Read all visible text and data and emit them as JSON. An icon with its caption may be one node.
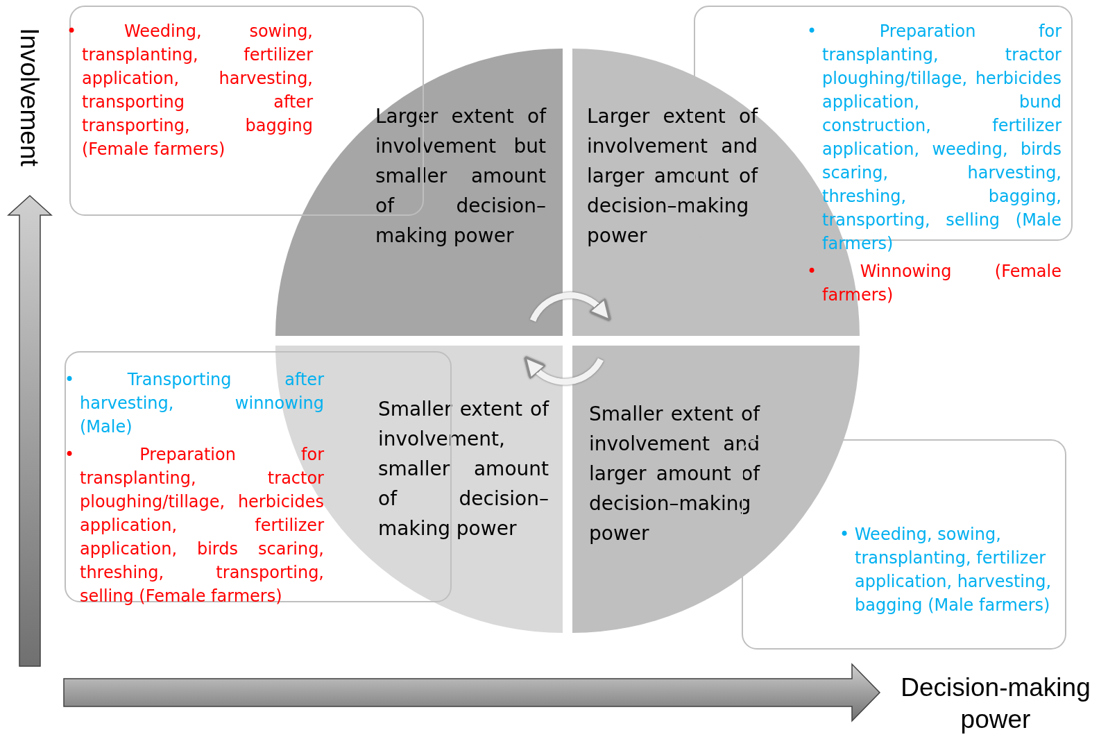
{
  "diagram": {
    "nodes": [
      {
        "text": [
          "Larger extent of involvement but smaller amount of decision–making power"
        ]
      },
      {
        "text": [
          "Larger extent of involvement and larger amount of decision–making power"
        ]
      },
      {
        "text": [
          "Smaller extent of involvement, smaller amount of decision–making power"
        ]
      },
      {
        "text": [
          "Smaller extent of involvement and larger amount of decision–making power"
        ]
      },
      {
        "text": [
          "• Weeding, sowing, transplanting, fertilizer application, harvesting, transporting after transporting, bagging (Female farmers)"
        ]
      },
      {
        "text": [
          "• Preparation for transplanting, tractor ploughing/tillage, herbicides application, bund construction, fertilizer application, weeding, birds scaring, harvesting, threshing, bagging, transporting, selling (Male farmers)",
          "• Winnowing (Female farmers)"
        ]
      },
      {
        "text": [
          "• Transporting after harvesting, winnowing (Male)",
          "• Preparation for transplanting, tractor ploughing/tillage, herbicides application, fertilizer application, birds scaring, threshing, transporting, selling (Female farmers)"
        ]
      },
      {
        "text": [
          "• Weeding, sowing, transplanting, fertilizer application, harvesting, bagging (Male farmers)"
        ]
      }
    ],
    "edges": [
      {
        "from": 0,
        "to": 1,
        "arrow": "to"
      },
      {
        "from": 3,
        "to": 2,
        "arrow": "to"
      }
    ],
    "labels": [
      "Involvement",
      "Decision-making power"
    ]
  }
}
